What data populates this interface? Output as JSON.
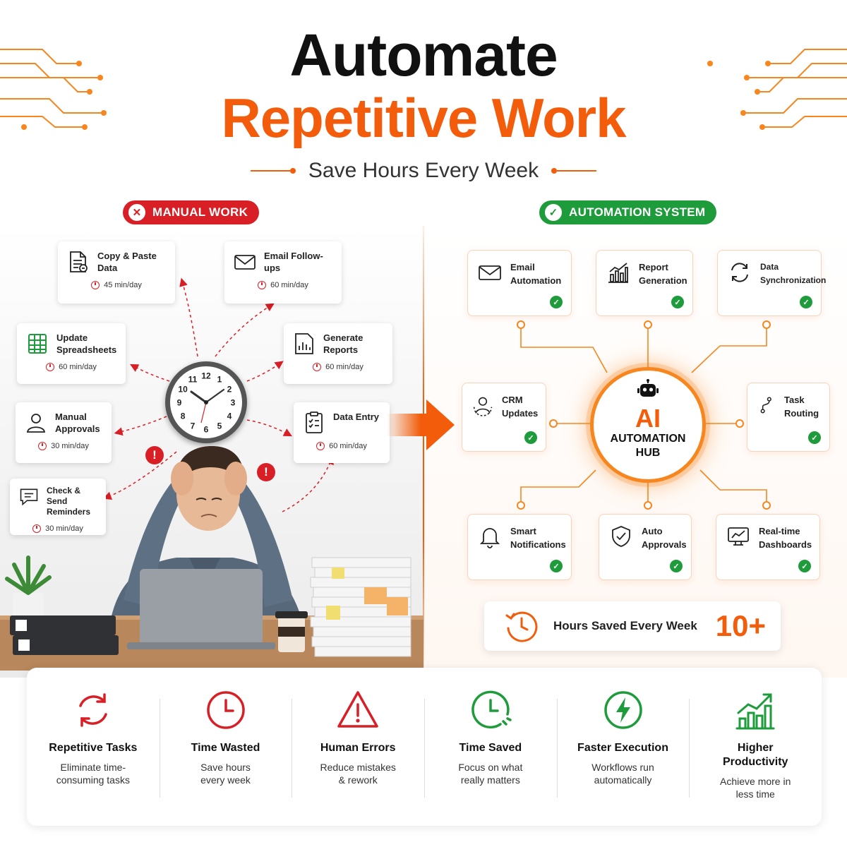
{
  "header": {
    "title_line1": "Automate",
    "title_line2": "Repetitive Work",
    "subtitle": "Save Hours Every Week"
  },
  "colors": {
    "accent": "#f25c0a",
    "manual_red": "#d91f26",
    "automation_green": "#1e9b3b"
  },
  "manual": {
    "badge": "MANUAL WORK",
    "badge_icon": "x-icon",
    "tasks": [
      {
        "label": "Copy & Paste Data",
        "time": "45 min/day",
        "icon": "document-copy-icon"
      },
      {
        "label": "Email Follow-ups",
        "time": "60 min/day",
        "icon": "envelope-icon"
      },
      {
        "label": "Update Spreadsheets",
        "time": "60 min/day",
        "icon": "spreadsheet-icon"
      },
      {
        "label": "Generate Reports",
        "time": "60 min/day",
        "icon": "report-chart-icon"
      },
      {
        "label": "Manual Approvals",
        "time": "30 min/day",
        "icon": "person-icon"
      },
      {
        "label": "Data Entry",
        "time": "60 min/day",
        "icon": "checklist-icon"
      },
      {
        "label": "Check & Send Reminders",
        "time": "30 min/day",
        "icon": "chat-bubble-icon"
      }
    ],
    "clock_numbers": [
      "12",
      "1",
      "2",
      "3",
      "4",
      "5",
      "6",
      "7",
      "8",
      "9",
      "10",
      "11"
    ]
  },
  "automation": {
    "badge": "AUTOMATION SYSTEM",
    "badge_icon": "check-icon",
    "hub_ai": "AI",
    "hub_line1": "AUTOMATION",
    "hub_line2": "HUB",
    "hub_icon": "robot-icon",
    "items": [
      {
        "label": "Email Automation",
        "icon": "envelope-icon"
      },
      {
        "label": "Report Generation",
        "icon": "bar-chart-icon"
      },
      {
        "label": "Data Synchronization",
        "icon": "sync-icon"
      },
      {
        "label": "CRM Updates",
        "icon": "users-icon"
      },
      {
        "label": "Task Routing",
        "icon": "route-icon"
      },
      {
        "label": "Smart Notifications",
        "icon": "bell-icon"
      },
      {
        "label": "Auto Approvals",
        "icon": "shield-check-icon"
      },
      {
        "label": "Real-time Dashboards",
        "icon": "monitor-chart-icon"
      }
    ],
    "hours_saved_label": "Hours Saved Every Week",
    "hours_saved_value": "10+"
  },
  "benefits": [
    {
      "title": "Repetitive Tasks",
      "desc": "Eliminate time-consuming tasks",
      "icon": "repeat-icon"
    },
    {
      "title": "Time Wasted",
      "desc": "Save hours every week",
      "icon": "clock-icon"
    },
    {
      "title": "Human Errors",
      "desc": "Reduce mistakes & rework",
      "icon": "warning-icon"
    },
    {
      "title": "Time Saved",
      "desc": "Focus on what really matters",
      "icon": "clock-fast-icon"
    },
    {
      "title": "Faster Execution",
      "desc": "Workflows run automatically",
      "icon": "lightning-icon"
    },
    {
      "title": "Higher Productivity",
      "desc": "Achieve more in less time",
      "icon": "growth-chart-icon"
    }
  ]
}
